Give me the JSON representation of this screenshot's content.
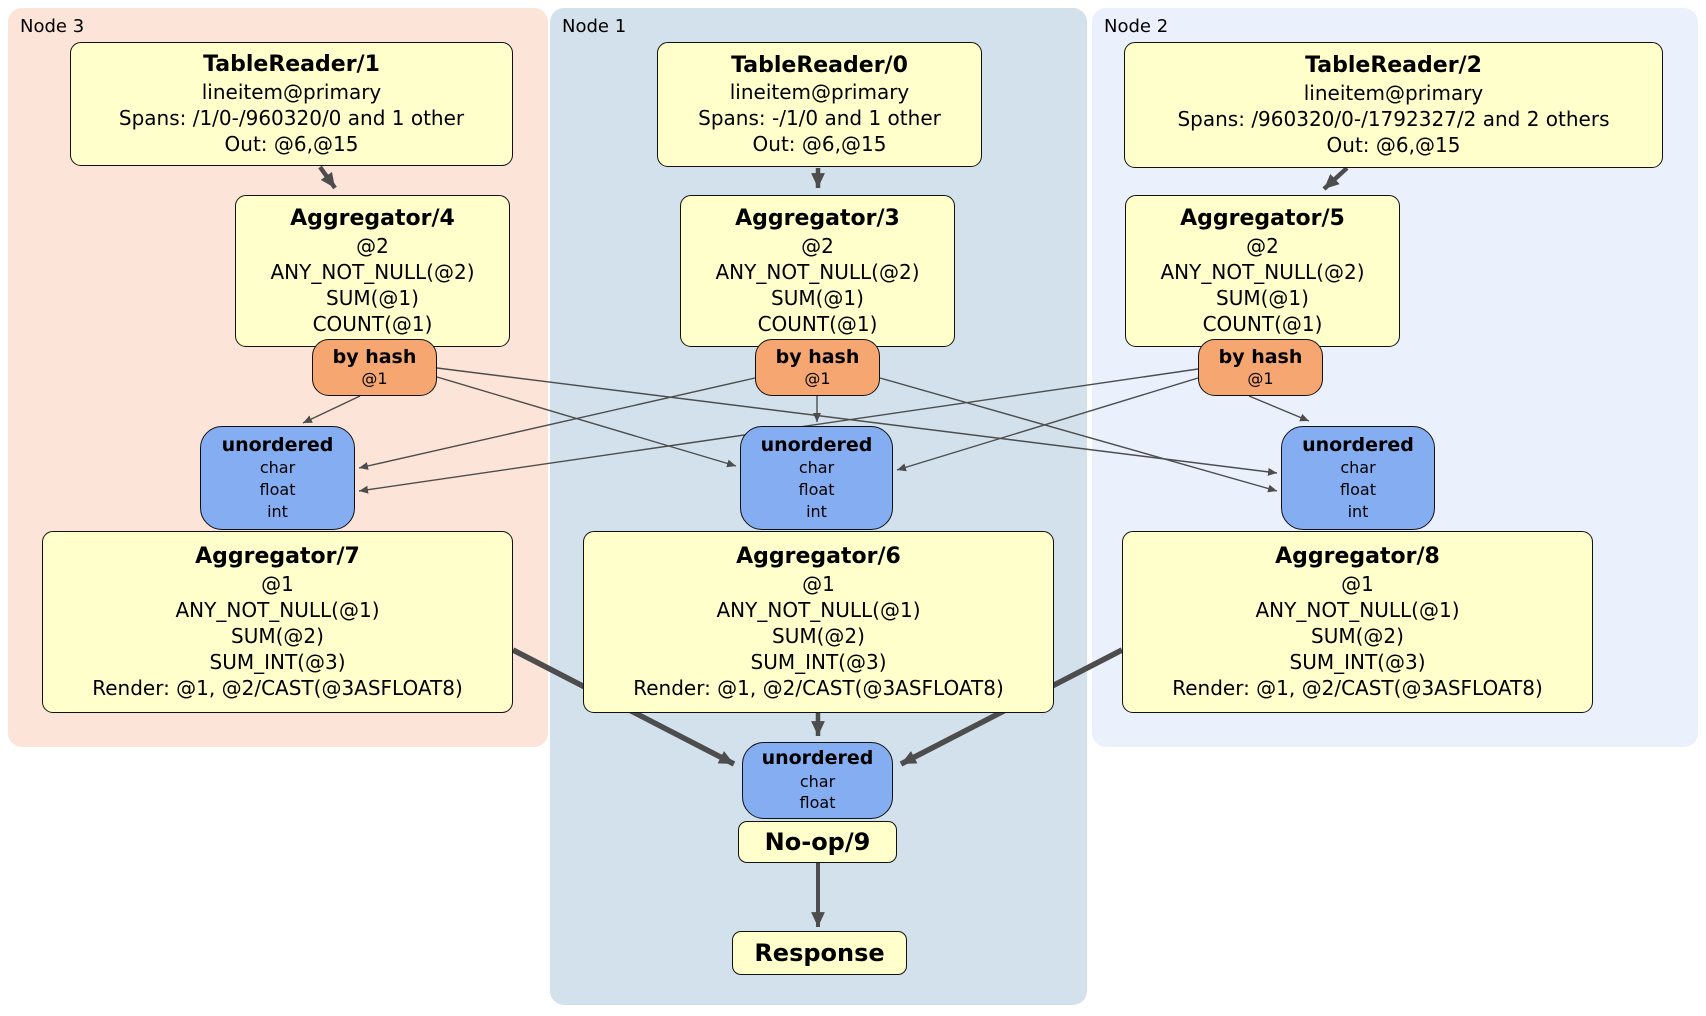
{
  "regions": {
    "node3": {
      "label": "Node 3"
    },
    "node1": {
      "label": "Node 1"
    },
    "node2": {
      "label": "Node 2"
    }
  },
  "nodes": {
    "tr1": {
      "title": "TableReader/1",
      "lines": [
        "lineitem@primary",
        "Spans: /1/0-/960320/0 and 1 other",
        "Out: @6,@15"
      ]
    },
    "tr0": {
      "title": "TableReader/0",
      "lines": [
        "lineitem@primary",
        "Spans: -/1/0 and 1 other",
        "Out: @6,@15"
      ]
    },
    "tr2": {
      "title": "TableReader/2",
      "lines": [
        "lineitem@primary",
        "Spans: /960320/0-/1792327/2 and 2 others",
        "Out: @6,@15"
      ]
    },
    "agg4": {
      "title": "Aggregator/4",
      "lines": [
        "@2",
        "ANY_NOT_NULL(@2)",
        "SUM(@1)",
        "COUNT(@1)"
      ]
    },
    "agg3": {
      "title": "Aggregator/3",
      "lines": [
        "@2",
        "ANY_NOT_NULL(@2)",
        "SUM(@1)",
        "COUNT(@1)"
      ]
    },
    "agg5": {
      "title": "Aggregator/5",
      "lines": [
        "@2",
        "ANY_NOT_NULL(@2)",
        "SUM(@1)",
        "COUNT(@1)"
      ]
    },
    "hash3": {
      "title": "by hash",
      "lines": [
        "@1"
      ]
    },
    "hash1": {
      "title": "by hash",
      "lines": [
        "@1"
      ]
    },
    "hash2": {
      "title": "by hash",
      "lines": [
        "@1"
      ]
    },
    "un3": {
      "title": "unordered",
      "lines": [
        "char",
        "float",
        "int"
      ]
    },
    "un1": {
      "title": "unordered",
      "lines": [
        "char",
        "float",
        "int"
      ]
    },
    "un2": {
      "title": "unordered",
      "lines": [
        "char",
        "float",
        "int"
      ]
    },
    "agg7": {
      "title": "Aggregator/7",
      "lines": [
        "@1",
        "ANY_NOT_NULL(@1)",
        "SUM(@2)",
        "SUM_INT(@3)",
        "Render: @1, @2/CAST(@3ASFLOAT8)"
      ]
    },
    "agg6": {
      "title": "Aggregator/6",
      "lines": [
        "@1",
        "ANY_NOT_NULL(@1)",
        "SUM(@2)",
        "SUM_INT(@3)",
        "Render: @1, @2/CAST(@3ASFLOAT8)"
      ]
    },
    "agg8": {
      "title": "Aggregator/8",
      "lines": [
        "@1",
        "ANY_NOT_NULL(@1)",
        "SUM(@2)",
        "SUM_INT(@3)",
        "Render: @1, @2/CAST(@3ASFLOAT8)"
      ]
    },
    "unfinal": {
      "title": "unordered",
      "lines": [
        "char",
        "float"
      ]
    },
    "noop": {
      "title": "No-op/9"
    },
    "response": {
      "title": "Response"
    }
  },
  "colors": {
    "node3_bg": "#fce4d8",
    "node1_bg": "#d2e1eb",
    "node2_bg": "#eaf0fc",
    "operator_bg": "#ffffcc",
    "router_bg": "#f5a671",
    "sync_bg": "#85adf2",
    "edge": "#4d4d4d",
    "border": "#111111"
  }
}
